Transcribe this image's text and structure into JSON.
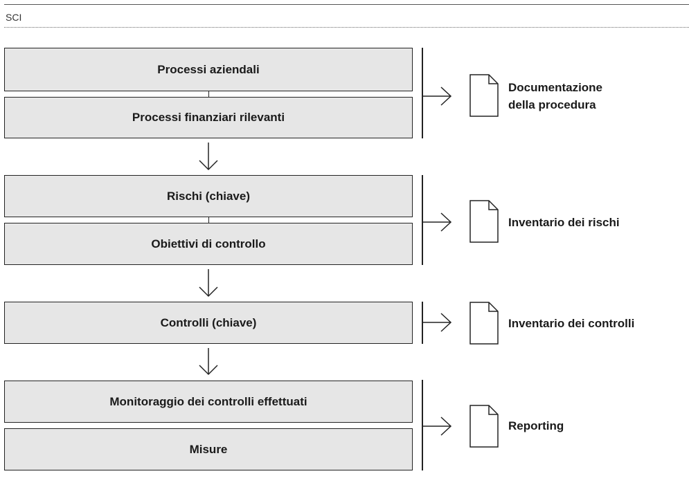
{
  "header": {
    "title": "SCI"
  },
  "steps": {
    "processi_aziendali": "Processi aziendali",
    "processi_finanziari": "Processi finanziari rilevanti",
    "rischi": "Rischi (chiave)",
    "obiettivi": "Obiettivi di controllo",
    "controlli": "Controlli (chiave)",
    "monitoraggio": "Monitoraggio dei controlli effettuati",
    "misure": "Misure"
  },
  "outputs": {
    "documentazione_line1": "Documentazione",
    "documentazione_line2": "della procedura",
    "inventario_rischi": "Inventario dei rischi",
    "inventario_controlli": "Inventario dei controlli",
    "reporting": "Reporting"
  },
  "icons": {
    "document": "document-icon",
    "arrow_right": "arrow-right-icon",
    "arrow_down": "arrow-down-icon"
  },
  "colors": {
    "box_fill": "#e6e6e6",
    "stroke": "#222222"
  }
}
